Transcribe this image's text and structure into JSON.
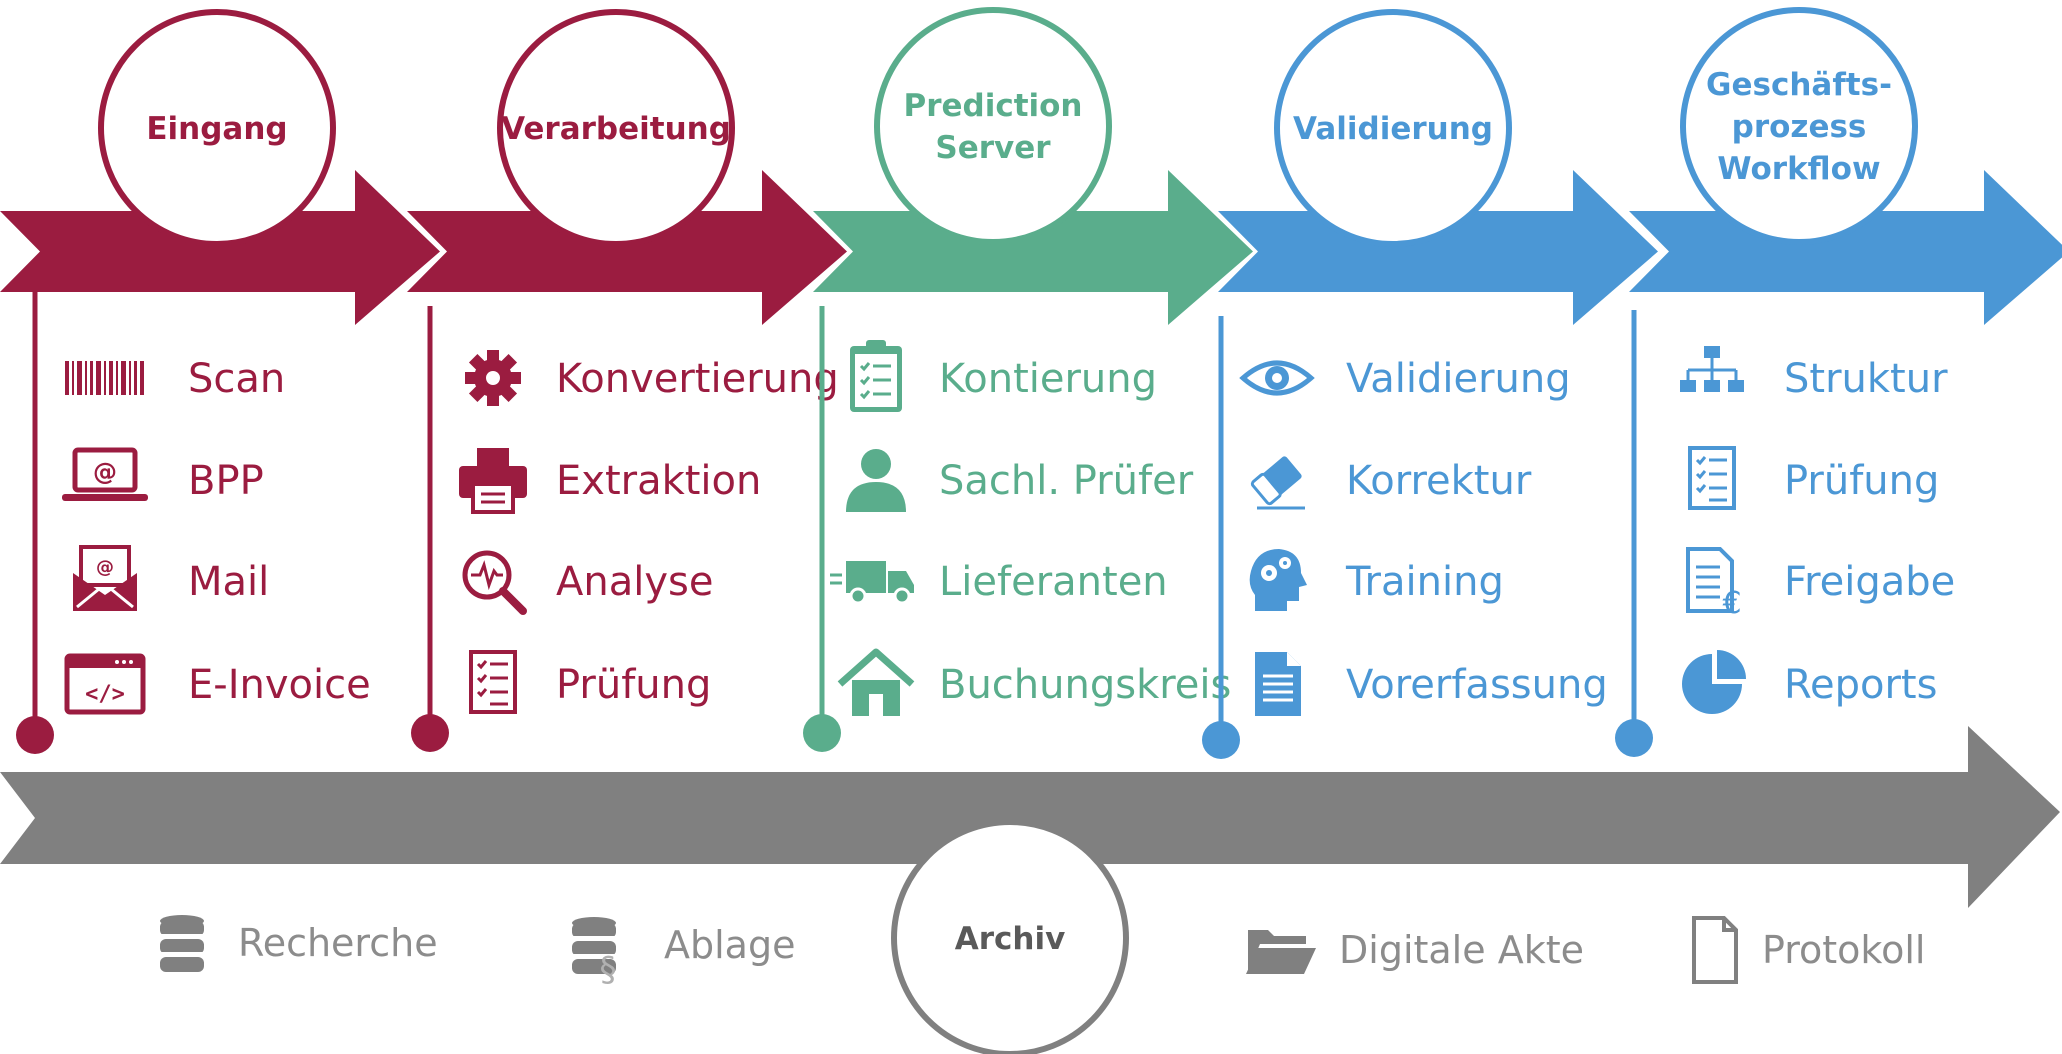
{
  "colors": {
    "crimson": "#9b1c40",
    "green": "#5aad8c",
    "blue": "#4b97d5",
    "gray": "#808080",
    "archiv_text": "#595959",
    "archiv_label": "#8c8c8c"
  },
  "stages": [
    {
      "key": "eingang",
      "title_lines": [
        "Eingang"
      ],
      "color": "crimson",
      "items": [
        {
          "label": "Scan",
          "icon": "barcode-icon"
        },
        {
          "label": "BPP",
          "icon": "laptop-email-icon"
        },
        {
          "label": "Mail",
          "icon": "mail-envelope-icon"
        },
        {
          "label": "E-Invoice",
          "icon": "code-window-icon"
        }
      ]
    },
    {
      "key": "verarbeitung",
      "title_lines": [
        "Verarbeitung"
      ],
      "color": "crimson",
      "items": [
        {
          "label": "Konvertierung",
          "icon": "gear-icon"
        },
        {
          "label": "Extraktion",
          "icon": "printer-icon"
        },
        {
          "label": "Analyse",
          "icon": "magnifier-pulse-icon"
        },
        {
          "label": "Prüfung",
          "icon": "checklist-icon"
        }
      ]
    },
    {
      "key": "prediction-server",
      "title_lines": [
        "Prediction",
        "Server"
      ],
      "color": "green",
      "items": [
        {
          "label": "Kontierung",
          "icon": "clipboard-checklist-icon"
        },
        {
          "label": "Sachl. Prüfer",
          "icon": "person-icon"
        },
        {
          "label": "Lieferanten",
          "icon": "delivery-truck-icon"
        },
        {
          "label": "Buchungskreis",
          "icon": "house-icon"
        }
      ]
    },
    {
      "key": "validierung",
      "title_lines": [
        "Validierung"
      ],
      "color": "blue",
      "items": [
        {
          "label": "Validierung",
          "icon": "eye-icon"
        },
        {
          "label": "Korrektur",
          "icon": "eraser-icon"
        },
        {
          "label": "Training",
          "icon": "head-gears-icon"
        },
        {
          "label": "Vorerfassung",
          "icon": "document-icon"
        }
      ]
    },
    {
      "key": "geschaeftsprozess-workflow",
      "title_lines": [
        "Geschäfts-",
        "prozess",
        "Workflow"
      ],
      "color": "blue",
      "items": [
        {
          "label": "Struktur",
          "icon": "org-chart-icon"
        },
        {
          "label": "Prüfung",
          "icon": "checklist-icon"
        },
        {
          "label": "Freigabe",
          "icon": "invoice-euro-icon"
        },
        {
          "label": "Reports",
          "icon": "pie-chart-icon"
        }
      ]
    }
  ],
  "archiv": {
    "title": "Archiv",
    "items": [
      {
        "label": "Recherche",
        "icon": "database-icon"
      },
      {
        "label": "Ablage",
        "icon": "database-paragraph-icon"
      },
      {
        "label": "Digitale Akte",
        "icon": "open-folder-icon"
      },
      {
        "label": "Protokoll",
        "icon": "blank-page-icon"
      }
    ]
  }
}
